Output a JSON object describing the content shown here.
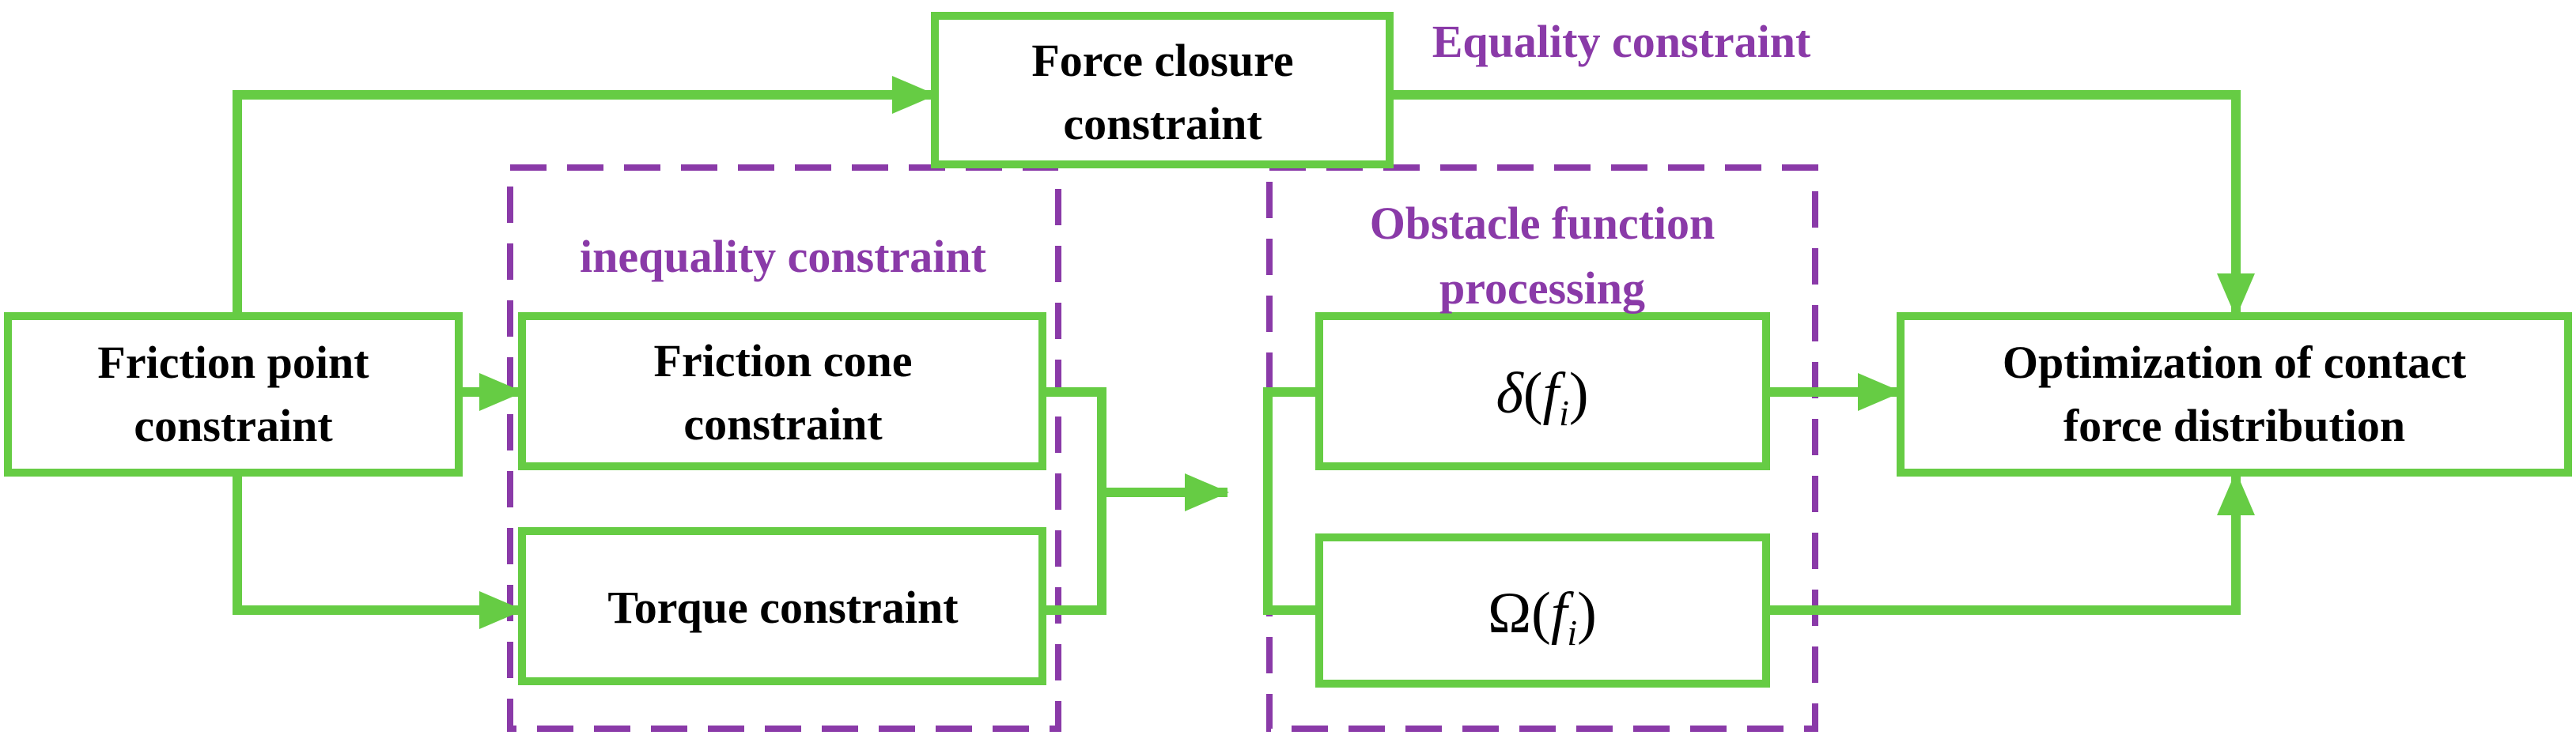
{
  "colors": {
    "box_stroke": "#66cc44",
    "arrow": "#66cc44",
    "dashed_group": "#8a3aa8",
    "group_title": "#8a3aa8",
    "text": "#000000",
    "background": "#ffffff"
  },
  "nodes": {
    "friction_point": {
      "line1": "Friction point",
      "line2": "constraint"
    },
    "force_closure": {
      "line1": "Force closure",
      "line2": "constraint"
    },
    "friction_cone": {
      "line1": "Friction cone",
      "line2": "constraint"
    },
    "torque": {
      "line1": "Torque constraint"
    },
    "delta": {
      "symbol": "δ",
      "open": "(",
      "var": "f",
      "sub": "i",
      "close": ")"
    },
    "omega": {
      "symbol": "Ω",
      "open": "(",
      "var": "f",
      "sub": "i",
      "close": ")"
    },
    "optimization": {
      "line1": "Optimization of contact",
      "line2": "force distribution"
    }
  },
  "labels": {
    "equality": "Equality constraint",
    "inequality": "inequality constraint",
    "obstacle_line1": "Obstacle function",
    "obstacle_line2": "processing"
  }
}
